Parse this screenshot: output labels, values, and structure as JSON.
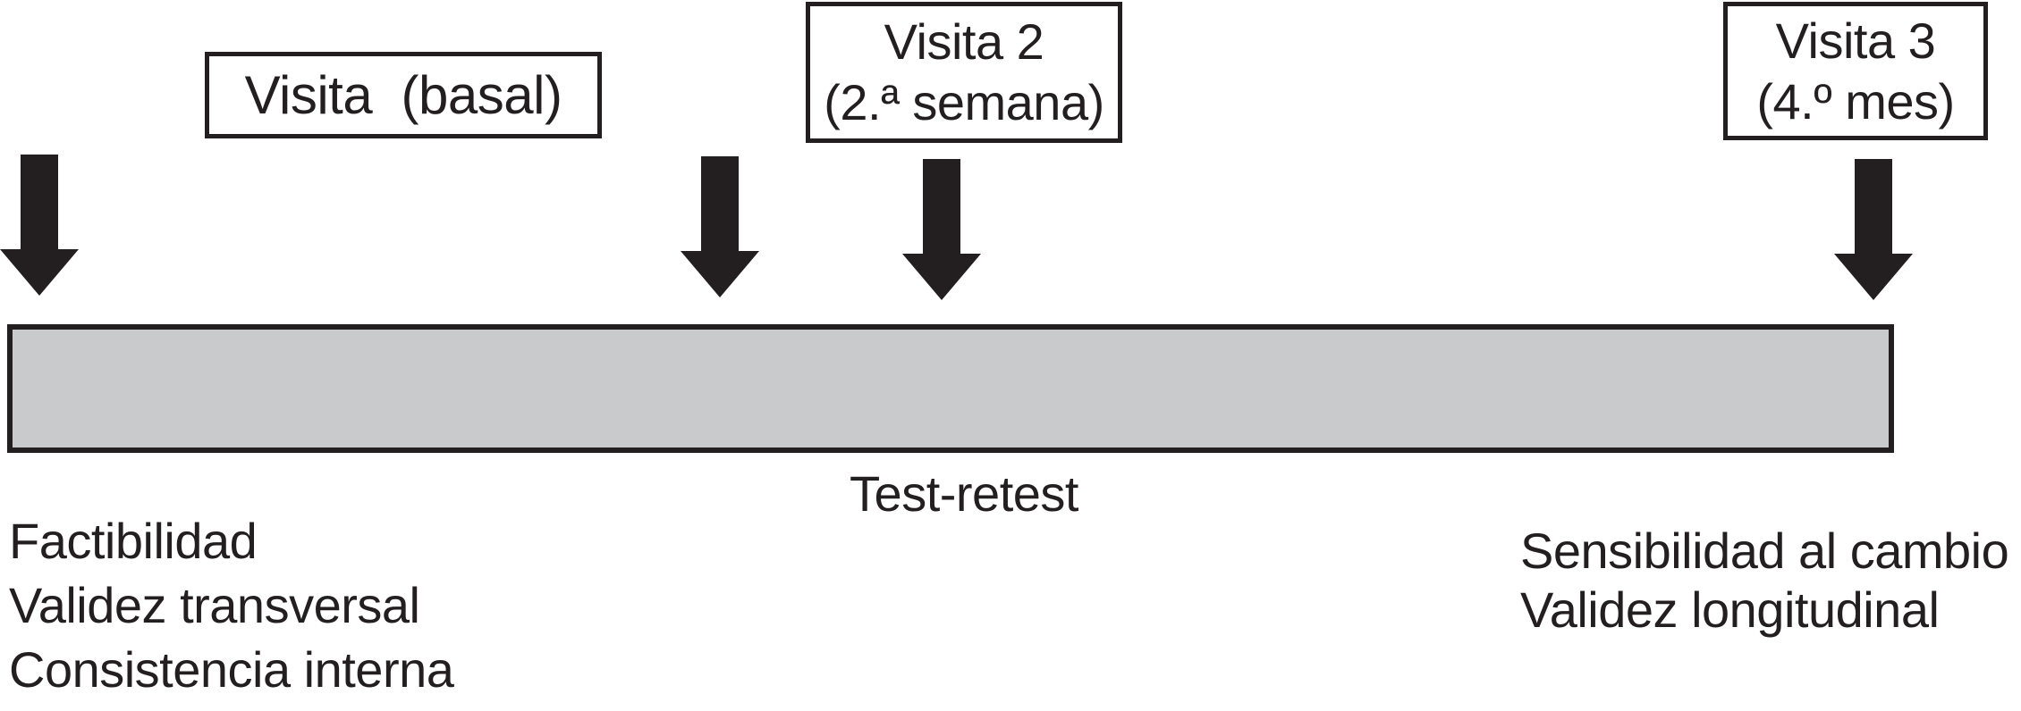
{
  "figure": {
    "description": "Study timeline diagram with three visits over a horizontal time bar",
    "boxes": [
      {
        "name": "visit-basal",
        "lines": [
          "Visita  (basal)"
        ]
      },
      {
        "name": "visit-2",
        "lines": [
          "Visita 2",
          "(2.ª semana)"
        ]
      },
      {
        "name": "visit-3",
        "lines": [
          "Visita 3",
          "(4.º mes)"
        ]
      }
    ],
    "arrows": [
      "baseline-arrow",
      "pre-visit2-arrow",
      "visit2-arrow",
      "visit3-arrow"
    ],
    "timeline_label": "Test-retest",
    "left_notes": [
      "Factibilidad",
      "Validez transversal",
      "Consistencia interna"
    ],
    "right_notes": [
      "Sensibilidad al cambio",
      "Validez longitudinal"
    ]
  },
  "colors": {
    "text": "#231f20",
    "arrow": "#231f20",
    "box_border": "#231f20",
    "box_fill": "#ffffff",
    "bar_fill": "#c9cacc",
    "bar_border": "#231f20",
    "background": "#ffffff"
  }
}
